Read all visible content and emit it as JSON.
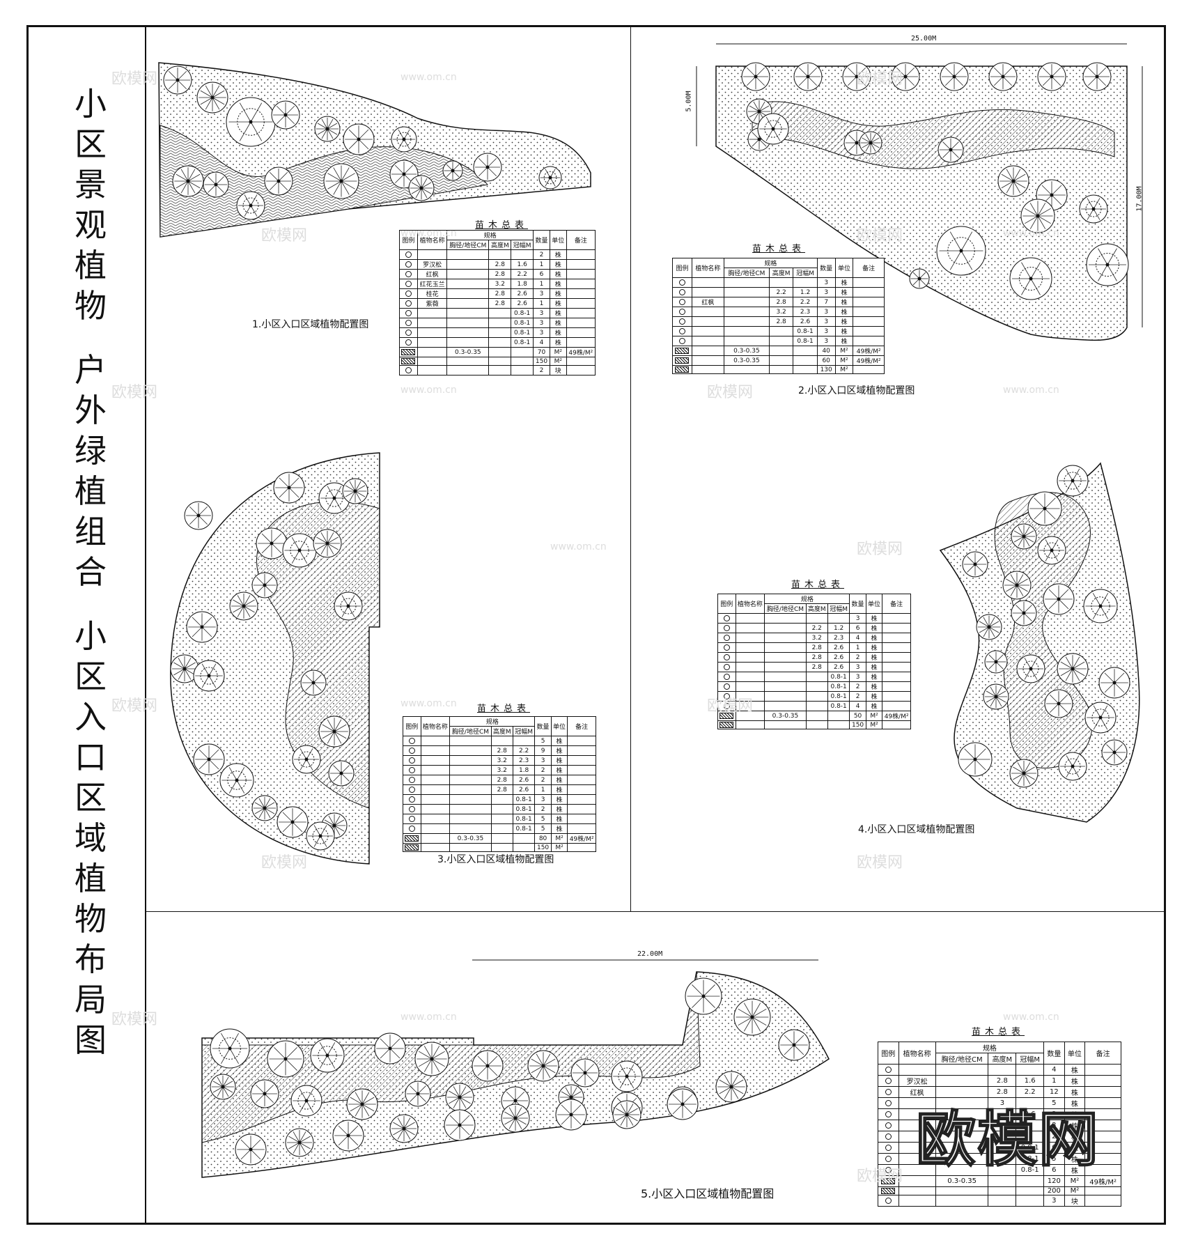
{
  "vertical_title": [
    "小",
    "区",
    "景",
    "观",
    "植",
    "物",
    "",
    "户",
    "外",
    "绿",
    "植",
    "组",
    "合",
    "",
    "小",
    "区",
    "入",
    "口",
    "区",
    "域",
    "植",
    "物",
    "布",
    "局",
    "图"
  ],
  "captions": {
    "c1": "1.小区入口区域植物配置图",
    "c2": "2.小区入口区域植物配置图",
    "c3": "3.小区入口区域植物配置图",
    "c4": "4.小区入口区域植物配置图",
    "c5": "5.小区入口区域植物配置图"
  },
  "dimensions": {
    "d2_width": "25.00M",
    "d2_height": "5.00M",
    "d2_right": "17.00M",
    "d5_width": "22.00M"
  },
  "table_title": "苗木总表",
  "table_header": {
    "col_legend": "图例",
    "col_name": "植物名称",
    "col_spec": "规格",
    "col_dia": "胸径/地径CM",
    "col_height": "高度M",
    "col_crown": "冠幅M",
    "col_qty": "数量",
    "col_unit": "单位",
    "col_note": "备注"
  },
  "tables": {
    "t1": [
      [
        "",
        "",
        "",
        "",
        "2",
        "株",
        ""
      ],
      [
        "罗汉松",
        "",
        "2.8",
        "1.6",
        "1",
        "株",
        ""
      ],
      [
        "红枫",
        "",
        "2.8",
        "2.2",
        "6",
        "株",
        ""
      ],
      [
        "红花玉兰",
        "",
        "3.2",
        "1.8",
        "1",
        "株",
        ""
      ],
      [
        "桂花",
        "",
        "2.8",
        "2.6",
        "3",
        "株",
        ""
      ],
      [
        "紫薇",
        "",
        "2.8",
        "2.6",
        "1",
        "株",
        ""
      ],
      [
        "",
        "",
        "",
        "0.8-1",
        "3",
        "株",
        ""
      ],
      [
        "",
        "",
        "",
        "0.8-1",
        "3",
        "株",
        ""
      ],
      [
        "",
        "",
        "",
        "0.8-1",
        "3",
        "株",
        ""
      ],
      [
        "",
        "",
        "",
        "0.8-1",
        "4",
        "株",
        ""
      ],
      [
        "",
        "0.3-0.35",
        "",
        "",
        "70",
        "M²",
        "49株/M²"
      ],
      [
        "",
        "",
        "",
        "",
        "150",
        "M²",
        ""
      ],
      [
        "",
        "",
        "",
        "",
        "2",
        "块",
        ""
      ]
    ],
    "t2": [
      [
        "",
        "",
        "",
        "",
        "3",
        "株",
        ""
      ],
      [
        "",
        "",
        "2.2",
        "1.2",
        "3",
        "株",
        ""
      ],
      [
        "红枫",
        "",
        "2.8",
        "2.2",
        "7",
        "株",
        ""
      ],
      [
        "",
        "",
        "3.2",
        "2.3",
        "3",
        "株",
        ""
      ],
      [
        "",
        "",
        "2.8",
        "2.6",
        "3",
        "株",
        ""
      ],
      [
        "",
        "",
        "",
        "0.8-1",
        "3",
        "株",
        ""
      ],
      [
        "",
        "",
        "",
        "0.8-1",
        "3",
        "株",
        ""
      ],
      [
        "",
        "0.3-0.35",
        "",
        "",
        "40",
        "M²",
        "49株/M²"
      ],
      [
        "",
        "0.3-0.35",
        "",
        "",
        "60",
        "M²",
        "49株/M²"
      ],
      [
        "",
        "",
        "",
        "",
        "130",
        "M²",
        ""
      ]
    ],
    "t3": [
      [
        "",
        "",
        "",
        "",
        "5",
        "株",
        ""
      ],
      [
        "",
        "",
        "2.8",
        "2.2",
        "9",
        "株",
        ""
      ],
      [
        "",
        "",
        "3.2",
        "2.3",
        "3",
        "株",
        ""
      ],
      [
        "",
        "",
        "3.2",
        "1.8",
        "2",
        "株",
        ""
      ],
      [
        "",
        "",
        "2.8",
        "2.6",
        "2",
        "株",
        ""
      ],
      [
        "",
        "",
        "2.8",
        "2.6",
        "1",
        "株",
        ""
      ],
      [
        "",
        "",
        "",
        "0.8-1",
        "3",
        "株",
        ""
      ],
      [
        "",
        "",
        "",
        "0.8-1",
        "2",
        "株",
        ""
      ],
      [
        "",
        "",
        "",
        "0.8-1",
        "5",
        "株",
        ""
      ],
      [
        "",
        "",
        "",
        "0.8-1",
        "5",
        "株",
        ""
      ],
      [
        "",
        "0.3-0.35",
        "",
        "",
        "80",
        "M²",
        "49株/M²"
      ],
      [
        "",
        "",
        "",
        "",
        "150",
        "M²",
        ""
      ]
    ],
    "t4": [
      [
        "",
        "",
        "",
        "",
        "3",
        "株",
        ""
      ],
      [
        "",
        "",
        "2.2",
        "1.2",
        "6",
        "株",
        ""
      ],
      [
        "",
        "",
        "3.2",
        "2.3",
        "4",
        "株",
        ""
      ],
      [
        "",
        "",
        "2.8",
        "2.6",
        "1",
        "株",
        ""
      ],
      [
        "",
        "",
        "2.8",
        "2.6",
        "2",
        "株",
        ""
      ],
      [
        "",
        "",
        "2.8",
        "2.6",
        "3",
        "株",
        ""
      ],
      [
        "",
        "",
        "",
        "0.8-1",
        "3",
        "株",
        ""
      ],
      [
        "",
        "",
        "",
        "0.8-1",
        "2",
        "株",
        ""
      ],
      [
        "",
        "",
        "",
        "0.8-1",
        "2",
        "株",
        ""
      ],
      [
        "",
        "",
        "",
        "0.8-1",
        "4",
        "株",
        ""
      ],
      [
        "",
        "0.3-0.35",
        "",
        "",
        "50",
        "M²",
        "49株/M²"
      ],
      [
        "",
        "",
        "",
        "",
        "150",
        "M²",
        ""
      ]
    ],
    "t5": [
      [
        "",
        "",
        "",
        "",
        "4",
        "株",
        ""
      ],
      [
        "罗汉松",
        "",
        "2.8",
        "1.6",
        "1",
        "株",
        ""
      ],
      [
        "红枫",
        "",
        "2.8",
        "2.2",
        "12",
        "株",
        ""
      ],
      [
        "",
        "",
        "3",
        "",
        "5",
        "株",
        ""
      ],
      [
        "",
        "",
        "",
        "2.6",
        "3",
        "株",
        ""
      ],
      [
        "",
        "",
        "",
        "",
        "3",
        "株",
        ""
      ],
      [
        "",
        "",
        "",
        "",
        "2",
        "株",
        ""
      ],
      [
        "",
        "",
        "",
        "0.8-1",
        "6",
        "株",
        ""
      ],
      [
        "",
        "",
        "",
        "0.8-1",
        "5",
        "株",
        ""
      ],
      [
        "",
        "",
        "",
        "0.8-1",
        "6",
        "株",
        ""
      ],
      [
        "",
        "0.3-0.35",
        "",
        "",
        "120",
        "M²",
        "49株/M²"
      ],
      [
        "",
        "",
        "",
        "",
        "200",
        "M²",
        ""
      ],
      [
        "",
        "",
        "",
        "",
        "3",
        "块",
        ""
      ]
    ]
  },
  "watermark": {
    "brand": "欧模网",
    "url": "www.om.cn",
    "big": "欧模网"
  }
}
